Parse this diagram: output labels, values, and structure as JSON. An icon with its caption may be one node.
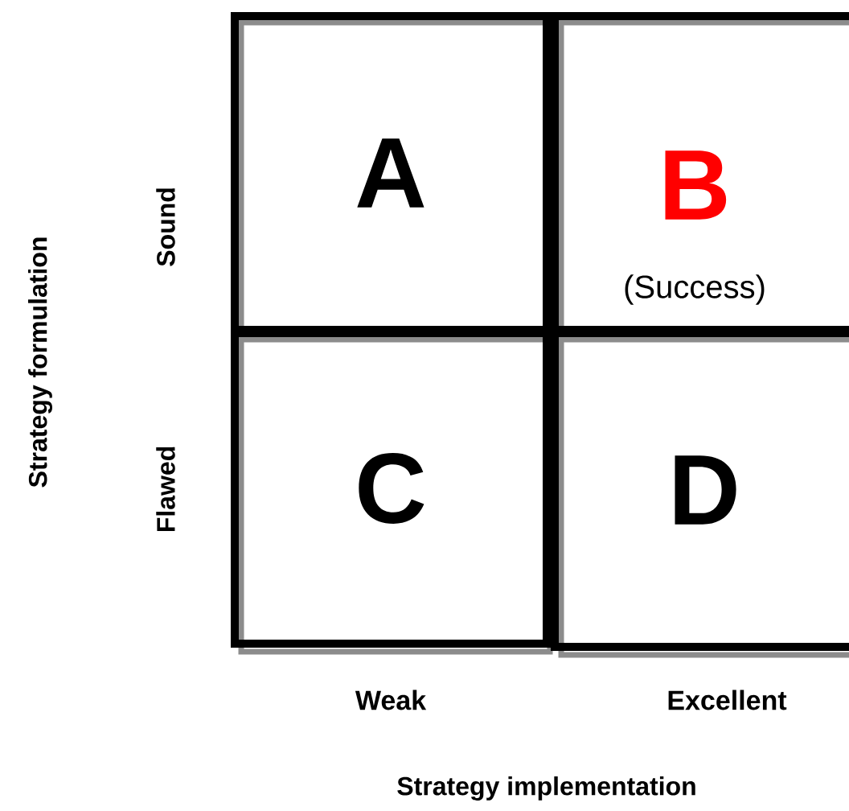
{
  "diagram": {
    "nodes": [
      {
        "text": [
          "A"
        ]
      },
      {
        "text": [
          "B",
          "(Success)"
        ]
      },
      {
        "text": [
          "C"
        ]
      },
      {
        "text": [
          "D"
        ]
      }
    ],
    "labels": [
      "Sound",
      "Flawed",
      "Strategy formulation",
      "Weak",
      "Excellent",
      "Strategy implementation"
    ]
  }
}
